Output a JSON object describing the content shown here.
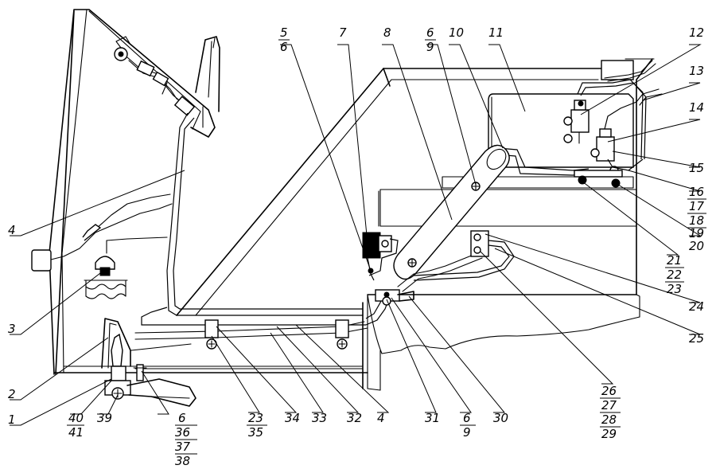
{
  "diagram": {
    "callouts": [
      {
        "id": "c1",
        "lines": [
          "1"
        ]
      },
      {
        "id": "c2",
        "lines": [
          "2"
        ]
      },
      {
        "id": "c3",
        "lines": [
          "3"
        ]
      },
      {
        "id": "c4a",
        "lines": [
          "4"
        ]
      },
      {
        "id": "c4b",
        "lines": [
          "4"
        ]
      },
      {
        "id": "c5",
        "lines": [
          "5",
          "6"
        ]
      },
      {
        "id": "c6a",
        "lines": [
          "6",
          "9"
        ]
      },
      {
        "id": "c6b",
        "lines": [
          "6",
          "36",
          "37",
          "38"
        ]
      },
      {
        "id": "c6c",
        "lines": [
          "6",
          "9"
        ]
      },
      {
        "id": "c7",
        "lines": [
          "7"
        ]
      },
      {
        "id": "c8",
        "lines": [
          "8"
        ]
      },
      {
        "id": "c10",
        "lines": [
          "10"
        ]
      },
      {
        "id": "c11",
        "lines": [
          "11"
        ]
      },
      {
        "id": "c12",
        "lines": [
          "12"
        ]
      },
      {
        "id": "c13",
        "lines": [
          "13"
        ]
      },
      {
        "id": "c14",
        "lines": [
          "14"
        ]
      },
      {
        "id": "c15",
        "lines": [
          "15"
        ]
      },
      {
        "id": "c16",
        "lines": [
          "16",
          "17",
          "18",
          "19"
        ]
      },
      {
        "id": "c20",
        "lines": [
          "20"
        ]
      },
      {
        "id": "c21",
        "lines": [
          "21",
          "22",
          "23"
        ]
      },
      {
        "id": "c24",
        "lines": [
          "24"
        ]
      },
      {
        "id": "c25",
        "lines": [
          "25"
        ]
      },
      {
        "id": "c26",
        "lines": [
          "26",
          "27",
          "28",
          "29"
        ]
      },
      {
        "id": "c23b",
        "lines": [
          "23",
          "35"
        ]
      },
      {
        "id": "c30",
        "lines": [
          "30"
        ]
      },
      {
        "id": "c31",
        "lines": [
          "31"
        ]
      },
      {
        "id": "c32",
        "lines": [
          "32"
        ]
      },
      {
        "id": "c33",
        "lines": [
          "33"
        ]
      },
      {
        "id": "c34",
        "lines": [
          "34"
        ]
      },
      {
        "id": "c39",
        "lines": [
          "39"
        ]
      },
      {
        "id": "c40",
        "lines": [
          "40",
          "41"
        ]
      }
    ]
  }
}
